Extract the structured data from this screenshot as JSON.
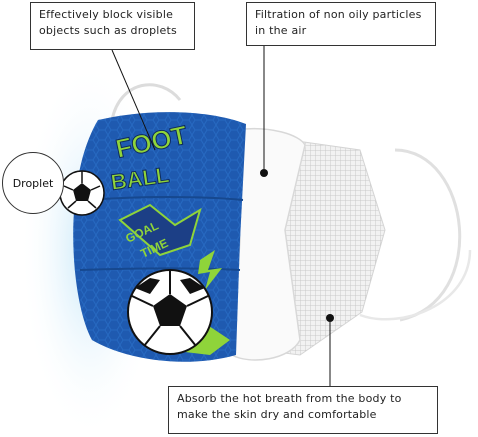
{
  "callouts": {
    "block_text": "Effectively block visible objects such as droplets",
    "filtration_text": "Filtration of non oily particles in the air",
    "breath_text": "Absorb the hot breath from the body to make the skin dry and comfortable"
  },
  "droplet_label": "Droplet",
  "print_text": {
    "foot": "FOOT",
    "ball": "BALL",
    "goal": "GOAL",
    "time": "TIME"
  },
  "colors": {
    "mask_blue": "#1f5ab0",
    "accent_green": "#8fd43a",
    "haze": "#cfe9f7"
  }
}
